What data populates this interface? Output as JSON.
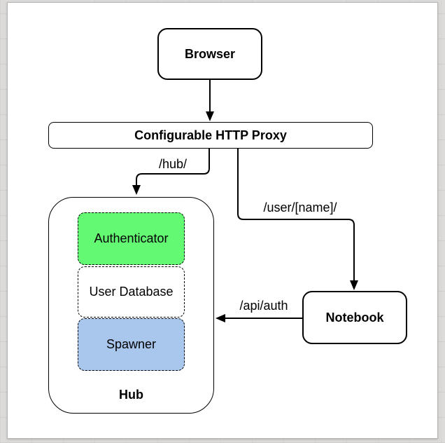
{
  "diagram": {
    "nodes": {
      "browser": {
        "label": "Browser"
      },
      "proxy": {
        "label": "Configurable HTTP Proxy"
      },
      "hub": {
        "label": "Hub"
      },
      "authenticator": {
        "label": "Authenticator"
      },
      "user_database": {
        "label": "User Database"
      },
      "spawner": {
        "label": "Spawner"
      },
      "notebook": {
        "label": "Notebook"
      }
    },
    "edges": {
      "hub_route": {
        "label": "/hub/"
      },
      "user_route": {
        "label": "/user/[name]/"
      },
      "api_auth": {
        "label": "/api/auth"
      }
    },
    "colors": {
      "authenticator_fill": "#64F973",
      "spawner_fill": "#A9C6EC",
      "node_fill": "#FFFFFF",
      "line": "#000000"
    }
  }
}
